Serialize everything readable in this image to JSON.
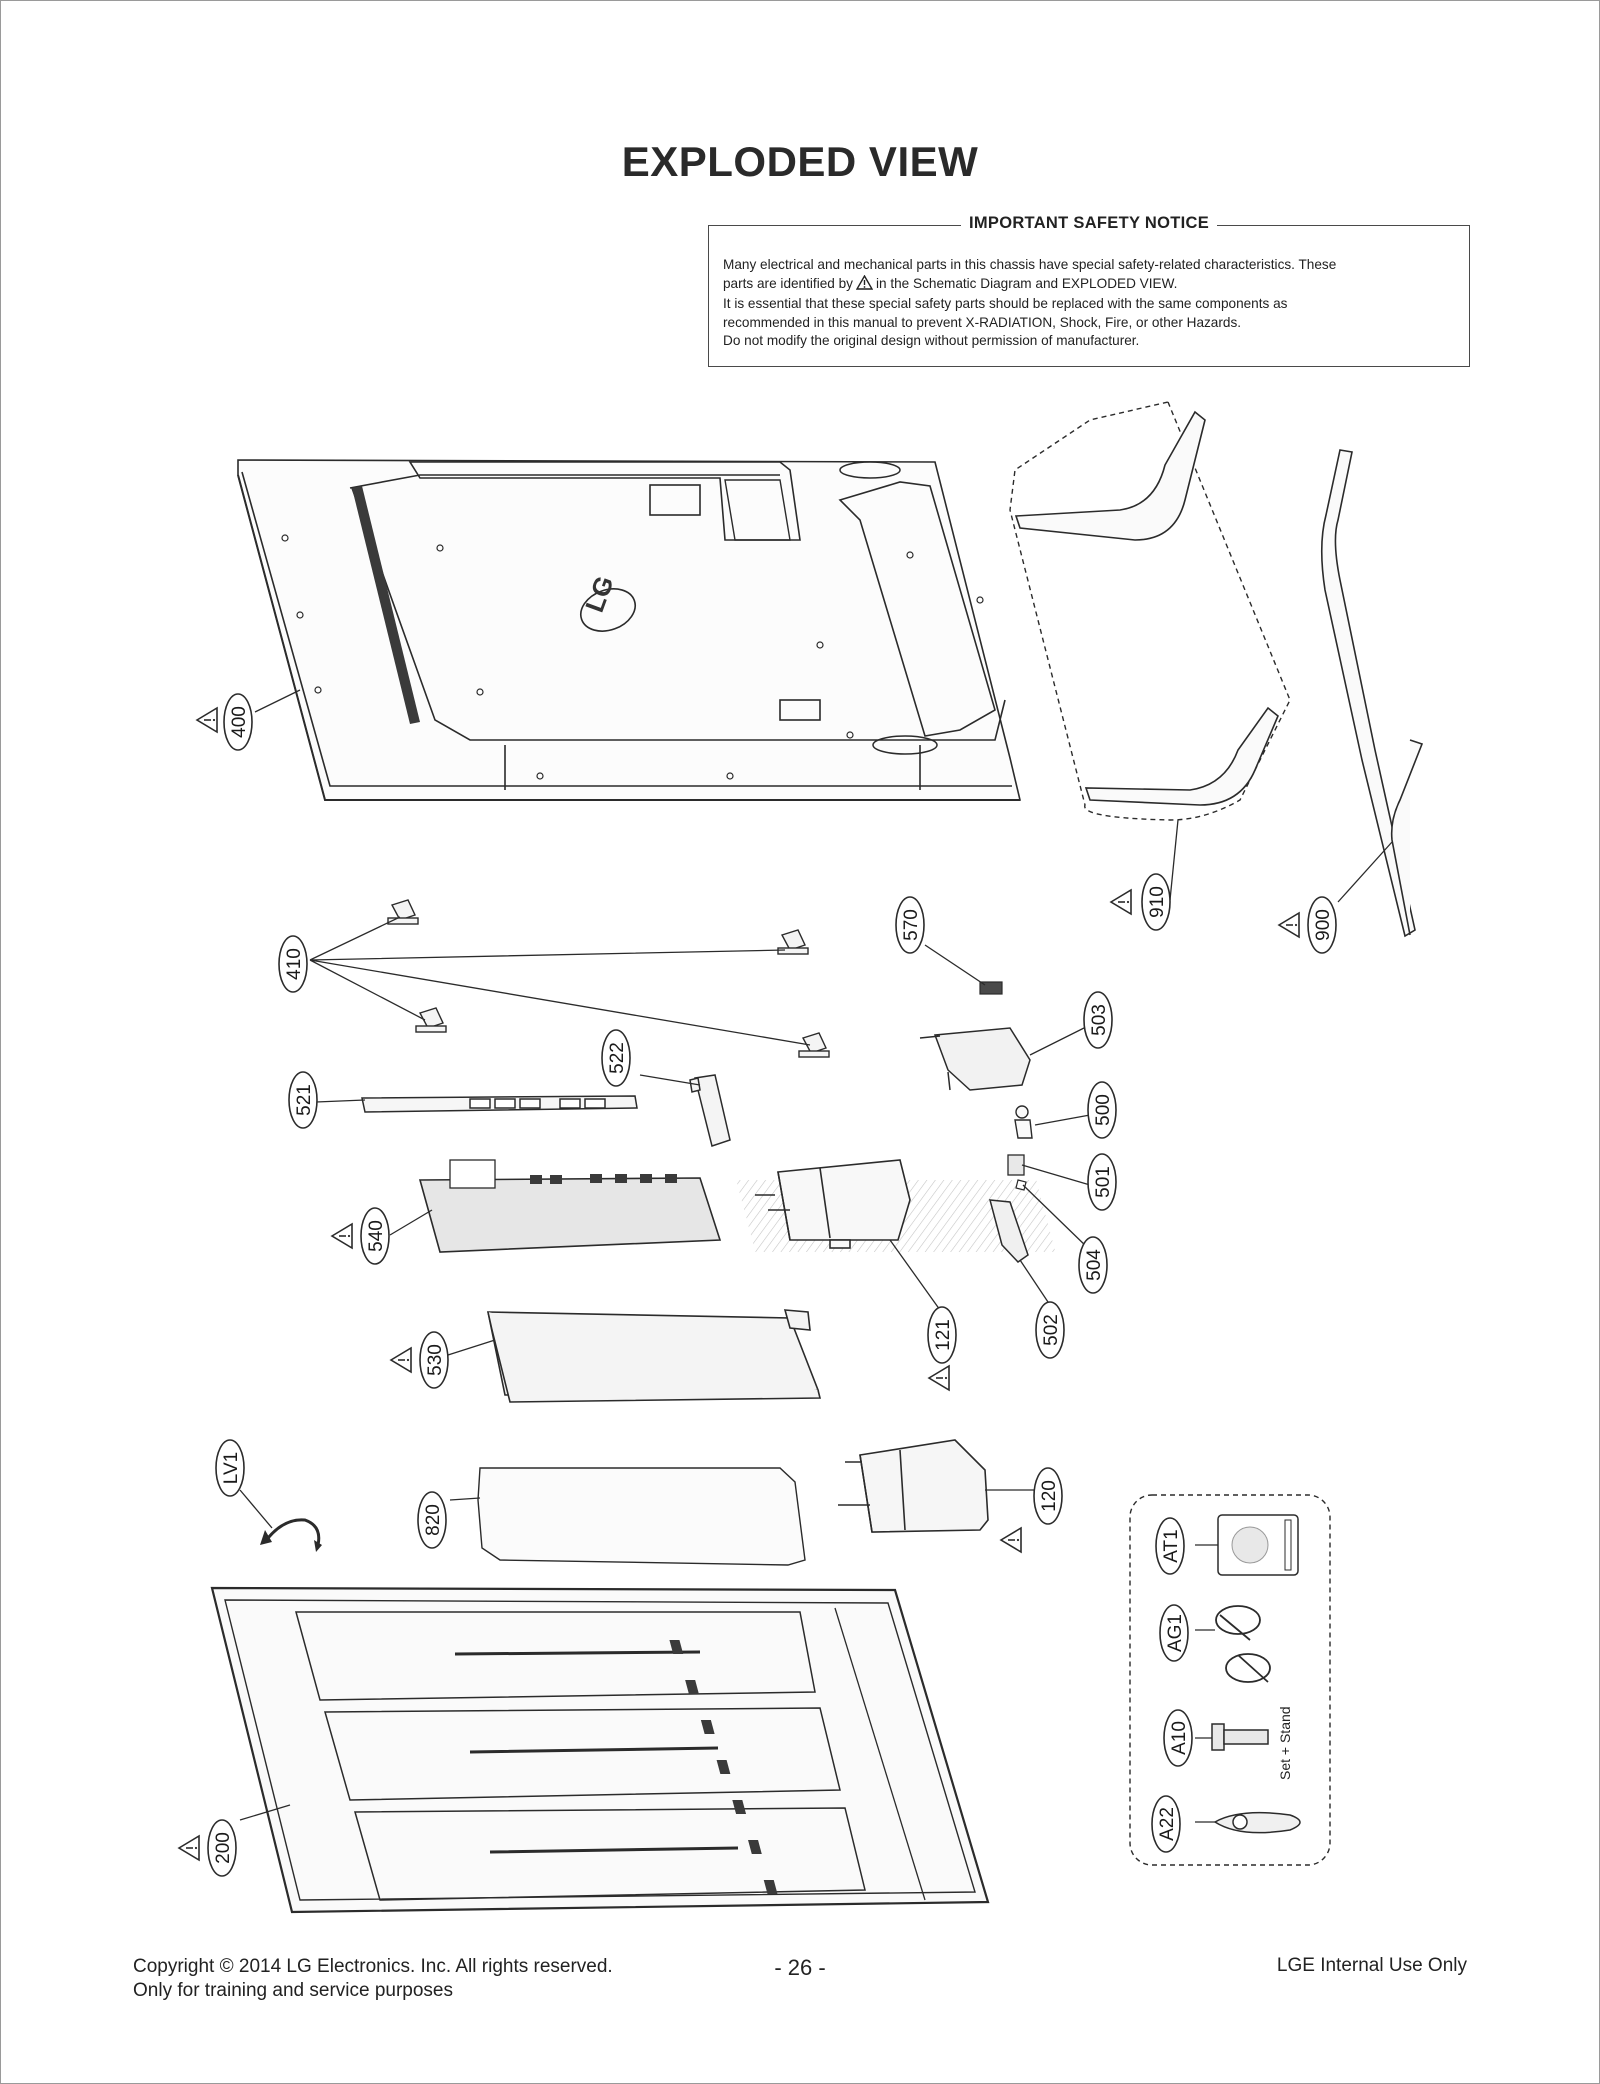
{
  "page": {
    "title": "EXPLODED VIEW"
  },
  "notice": {
    "heading": "IMPORTANT SAFETY NOTICE",
    "line1": "Many electrical and mechanical parts in this chassis have special safety-related characteristics. These",
    "line2_pre": "parts are identified by",
    "line2_post": "in the Schematic Diagram and EXPLODED VIEW.",
    "line3": "It is essential that these special safety parts should be replaced with the same components as",
    "line4": "recommended in this manual to prevent X-RADIATION, Shock, Fire, or other Hazards.",
    "line5": "Do not modify the original design without permission of manufacturer."
  },
  "parts": {
    "p400": "400",
    "p910": "910",
    "p900": "900",
    "p410": "410",
    "p570": "570",
    "p503": "503",
    "p521": "521",
    "p522": "522",
    "p500": "500",
    "p501": "501",
    "p540": "540",
    "p504": "504",
    "p121": "121",
    "p502": "502",
    "p530": "530",
    "pLV1": "LV1",
    "p820": "820",
    "p120": "120",
    "pAT1": "AT1",
    "pAG1": "AG1",
    "pA10": "A10",
    "pA22": "A22",
    "p200": "200"
  },
  "labels": {
    "back_logo": "LG",
    "screw_note": "Set + Stand"
  },
  "footer": {
    "copyright": "Copyright  © 2014 LG Electronics. Inc. All rights reserved.",
    "training": "Only for training and service purposes",
    "page_number": "- 26 -",
    "internal": "LGE Internal Use Only"
  },
  "colors": {
    "line": "#2b2b2b",
    "dark_fill": "#3a3a3a",
    "light_fill": "#f2f2f2"
  },
  "icons": {
    "safety_mark": "warning-triangle-icon"
  }
}
